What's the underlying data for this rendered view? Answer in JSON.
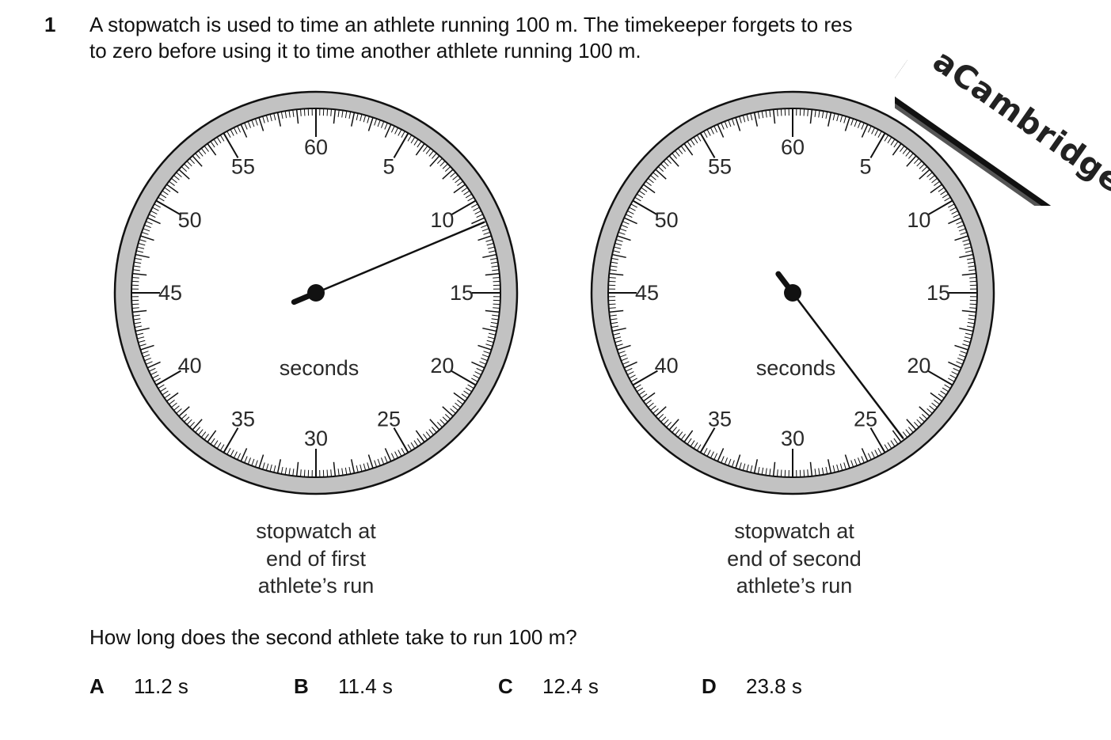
{
  "question": {
    "number": "1",
    "stem_line1": "A stopwatch is used to time an athlete running 100 m. The timekeeper forgets to res",
    "stem_line2": "to zero before using it to time another athlete running 100 m.",
    "prompt": "How long does the second athlete take to run 100 m?"
  },
  "dials": [
    {
      "unit_label": "seconds",
      "reading_seconds": 11.2,
      "caption": [
        "stopwatch at",
        "end of first",
        "athlete’s run"
      ]
    },
    {
      "unit_label": "seconds",
      "reading_seconds": 23.8,
      "caption": [
        "stopwatch at",
        "end of second",
        "athlete’s run"
      ]
    }
  ],
  "dial_scale": {
    "labels": [
      "60",
      "5",
      "10",
      "15",
      "20",
      "25",
      "30",
      "35",
      "40",
      "45",
      "50",
      "55"
    ]
  },
  "options": [
    {
      "letter": "A",
      "value": "11.2 s"
    },
    {
      "letter": "B",
      "value": "11.4 s"
    },
    {
      "letter": "C",
      "value": "12.4 s"
    },
    {
      "letter": "D",
      "value": "23.8 s"
    }
  ],
  "watermark": {
    "text": "aCambridge.c"
  },
  "colors": {
    "ink": "#111111",
    "bezel": "#c2c2c2",
    "dial_face": "#ffffff"
  }
}
